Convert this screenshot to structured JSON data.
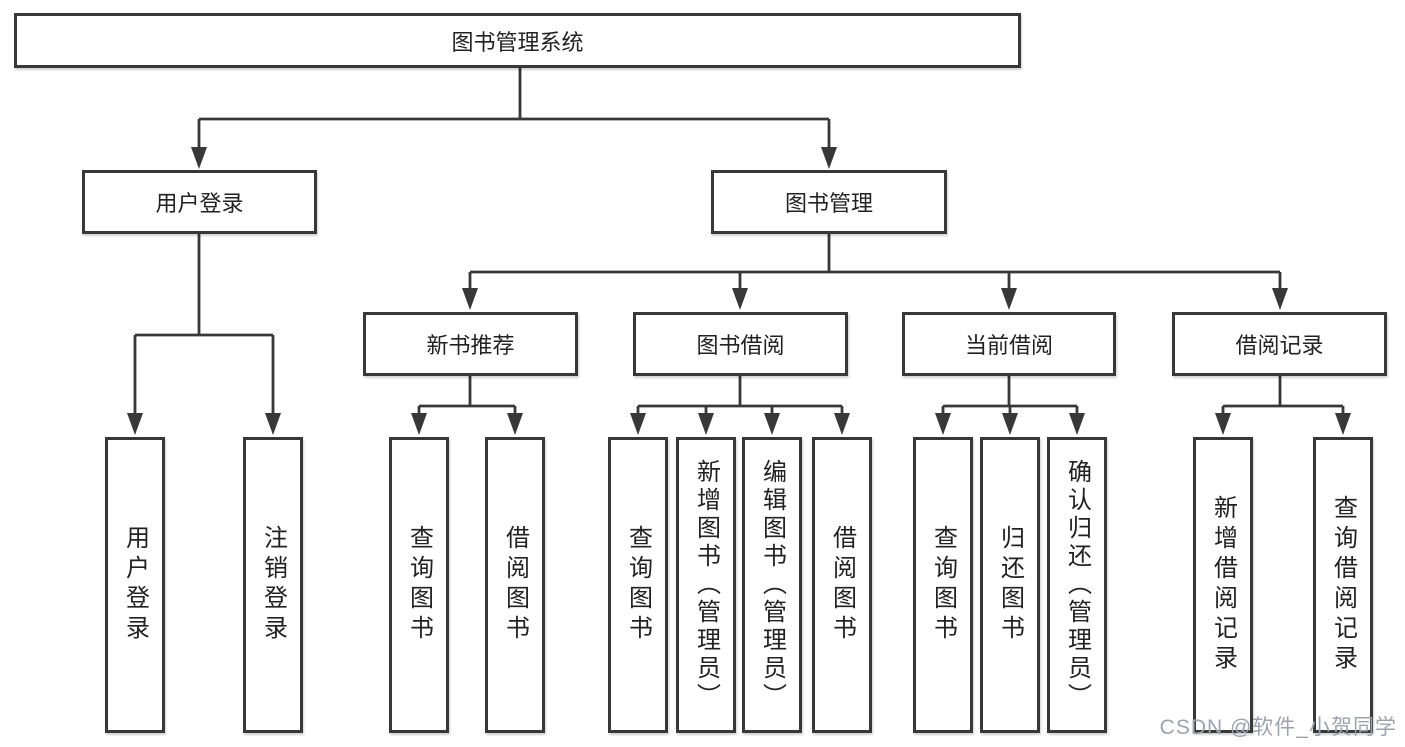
{
  "tree": {
    "root": {
      "label": "图书管理系统"
    },
    "branches": [
      {
        "label": "用户登录",
        "children": [
          {
            "label": "用户登录"
          },
          {
            "label": "注销登录"
          }
        ]
      },
      {
        "label": "图书管理",
        "children": [
          {
            "label": "新书推荐",
            "children": [
              {
                "label": "查询图书"
              },
              {
                "label": "借阅图书"
              }
            ]
          },
          {
            "label": "图书借阅",
            "children": [
              {
                "label": "查询图书"
              },
              {
                "label": "新增图书（管理员）"
              },
              {
                "label": "编辑图书（管理员）"
              },
              {
                "label": "借阅图书"
              }
            ]
          },
          {
            "label": "当前借阅",
            "children": [
              {
                "label": "查询图书"
              },
              {
                "label": "归还图书"
              },
              {
                "label": "确认归还（管理员）"
              }
            ]
          },
          {
            "label": "借阅记录",
            "children": [
              {
                "label": "新增借阅记录"
              },
              {
                "label": "查询借阅记录"
              }
            ]
          }
        ]
      }
    ]
  },
  "watermark": {
    "text": "CSDN @软件_小贺同学"
  },
  "colors": {
    "background": "#ffffff",
    "box_border": "#383838",
    "connector_line": "#383838",
    "text": "#222222",
    "watermark": "#9da3ae"
  }
}
